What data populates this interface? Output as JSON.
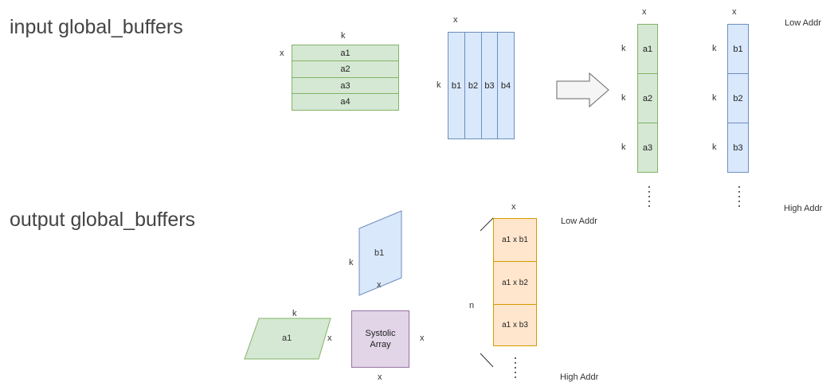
{
  "titles": {
    "input": "input global_buffers",
    "output": "output global_buffers"
  },
  "input_section": {
    "matrix_a": {
      "col_label": "k",
      "row_label": "x",
      "rows": [
        "a1",
        "a2",
        "a3",
        "a4"
      ]
    },
    "matrix_b": {
      "col_label": "x",
      "row_label": "k",
      "cols": [
        "b1",
        "b2",
        "b3",
        "b4"
      ]
    },
    "buffer_a": {
      "top_label": "x",
      "side_label": "k",
      "cells": [
        "a1",
        "a2",
        "a3"
      ]
    },
    "buffer_b": {
      "top_label": "x",
      "side_label": "k",
      "cells": [
        "b1",
        "b2",
        "b3"
      ]
    },
    "low_addr": "Low Addr",
    "high_addr": "High Addr"
  },
  "output_section": {
    "b_shape": {
      "label": "b1",
      "side_label": "k",
      "bottom_label": "x"
    },
    "a_shape": {
      "label": "a1",
      "top_label": "k",
      "side_label": "x"
    },
    "systolic": {
      "label_line1": "Systolic",
      "label_line2": "Array",
      "right_label": "x",
      "bottom_label": "x"
    },
    "result_buffer": {
      "top_label": "x",
      "side_label": "n",
      "cells": [
        "a1 x b1",
        "a1 x b2",
        "a1 x b3"
      ]
    },
    "low_addr": "Low Addr",
    "high_addr": "High Addr"
  },
  "colors": {
    "green_fill": "#d5e8d4",
    "green_stroke": "#82b366",
    "blue_fill": "#dae8fc",
    "blue_stroke": "#6c8ebf",
    "orange_fill": "#ffe6cc",
    "orange_stroke": "#d79b00",
    "purple_fill": "#e1d5e7",
    "purple_stroke": "#9673a6"
  }
}
